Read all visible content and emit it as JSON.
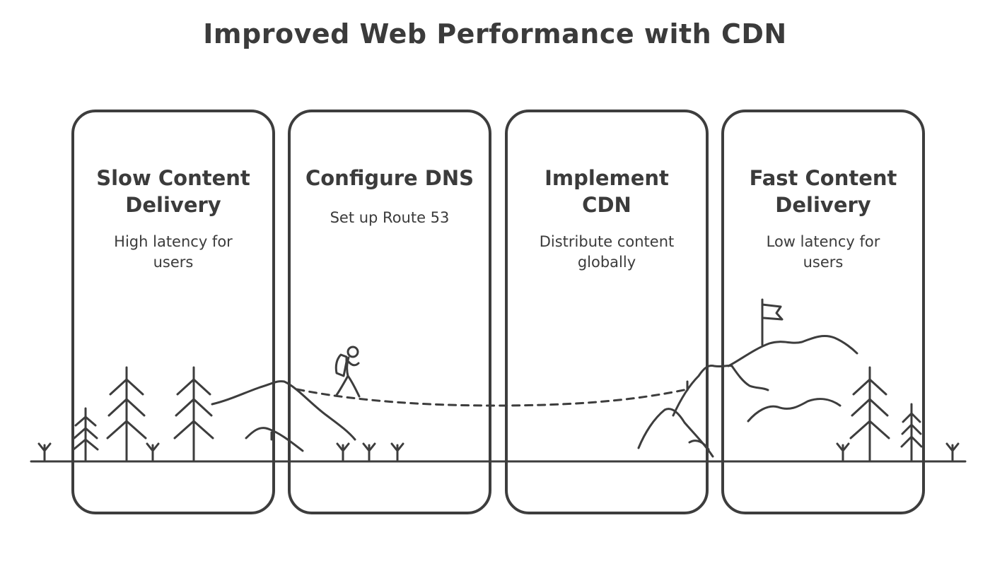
{
  "title": "Improved Web Performance with CDN",
  "stages": [
    {
      "title": "Slow Content\nDelivery",
      "description": "High latency for\nusers"
    },
    {
      "title": "Configure DNS",
      "description": "Set up Route 53"
    },
    {
      "title": "Implement\nCDN",
      "description": "Distribute content\nglobally"
    },
    {
      "title": "Fast Content\nDelivery",
      "description": "Low latency for\nusers"
    }
  ],
  "icons": [
    "tree-icon",
    "mountain-icon",
    "hiker-icon",
    "flag-icon",
    "grass-icon"
  ]
}
